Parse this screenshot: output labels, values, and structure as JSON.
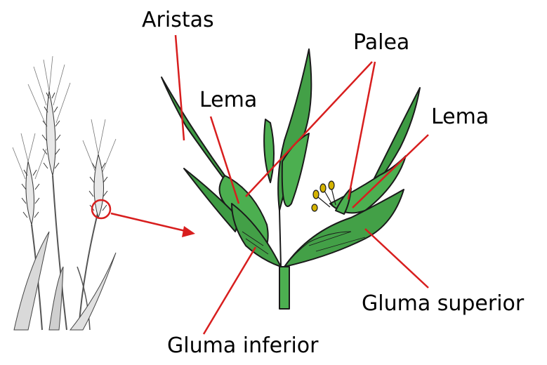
{
  "labels": {
    "aristas": "Aristas",
    "palea": "Palea",
    "lema_left": "Lema",
    "lema_right": "Lema",
    "gluma_superior": "Gluma superior",
    "gluma_inferior": "Gluma inferior"
  },
  "colors": {
    "leader_line": "#d81e1e",
    "spikelet_fill": "#4caf50",
    "spikelet_dark": "#2e7d32",
    "outline": "#1a1a1a",
    "sketch": "#555555"
  },
  "icons": {
    "wheat_sketch": "wheat-ears-sketch",
    "magnifier": "zoom-circle-icon",
    "pointer_arrow": "arrow-right-icon"
  }
}
